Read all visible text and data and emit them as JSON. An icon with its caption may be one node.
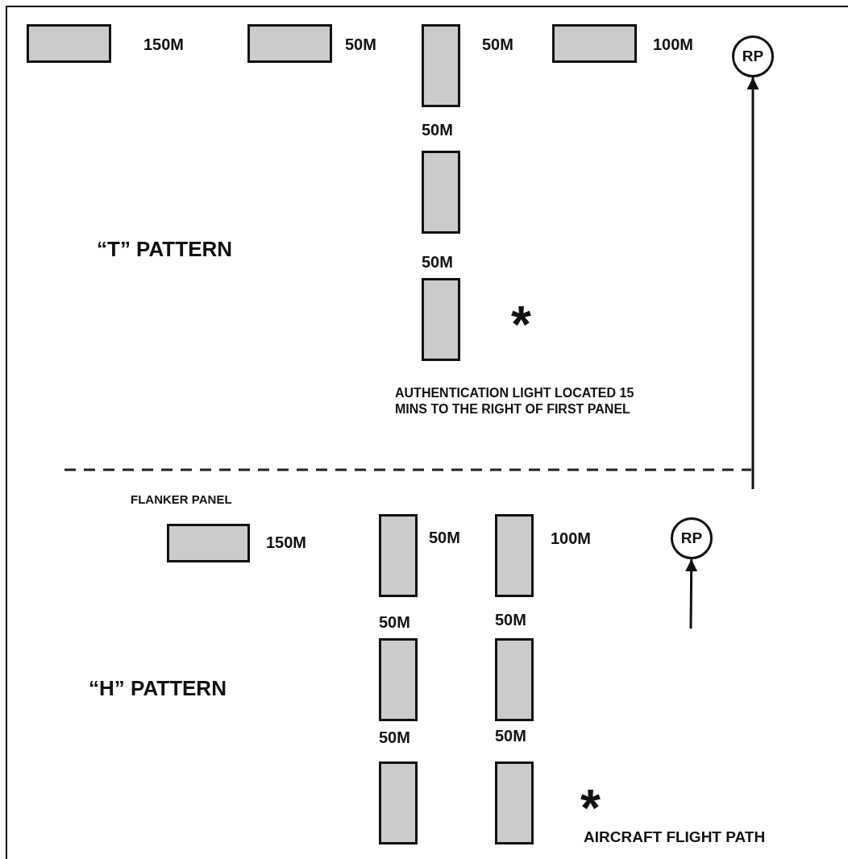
{
  "diagram": {
    "nodes": [
      {
        "text": [],
        "shape": "box"
      },
      {
        "text": [],
        "shape": "box"
      },
      {
        "text": [],
        "shape": "box"
      },
      {
        "text": [],
        "shape": "box"
      },
      {
        "text": [
          "RP"
        ]
      },
      {
        "text": [],
        "shape": "box"
      },
      {
        "text": [],
        "shape": "box"
      },
      {
        "text": [],
        "shape": "box"
      },
      {
        "text": [],
        "shape": "box"
      },
      {
        "text": [],
        "shape": "box"
      },
      {
        "text": [
          "RP"
        ]
      },
      {
        "text": [],
        "shape": "box"
      },
      {
        "text": [],
        "shape": "box"
      },
      {
        "text": [],
        "shape": "box"
      },
      {
        "text": [],
        "shape": "box"
      }
    ],
    "edges": [
      {
        "from": null,
        "to": 4,
        "arrow": "to"
      },
      {
        "from": null,
        "to": 10,
        "arrow": "to"
      }
    ],
    "labels": [
      "150M",
      "50M",
      "50M",
      "100M",
      "50M",
      "“T” PATTERN",
      "50M",
      "*",
      "AUTHENTICATION LIGHT LOCATED 15 MINS TO THE RIGHT OF FIRST PANEL",
      "FLANKER PANEL",
      "150M",
      "50M",
      "100M",
      "50M",
      "50M",
      "“H” PATTERN",
      "50M",
      "50M",
      "*",
      "AIRCRAFT FLIGHT PATH"
    ]
  }
}
